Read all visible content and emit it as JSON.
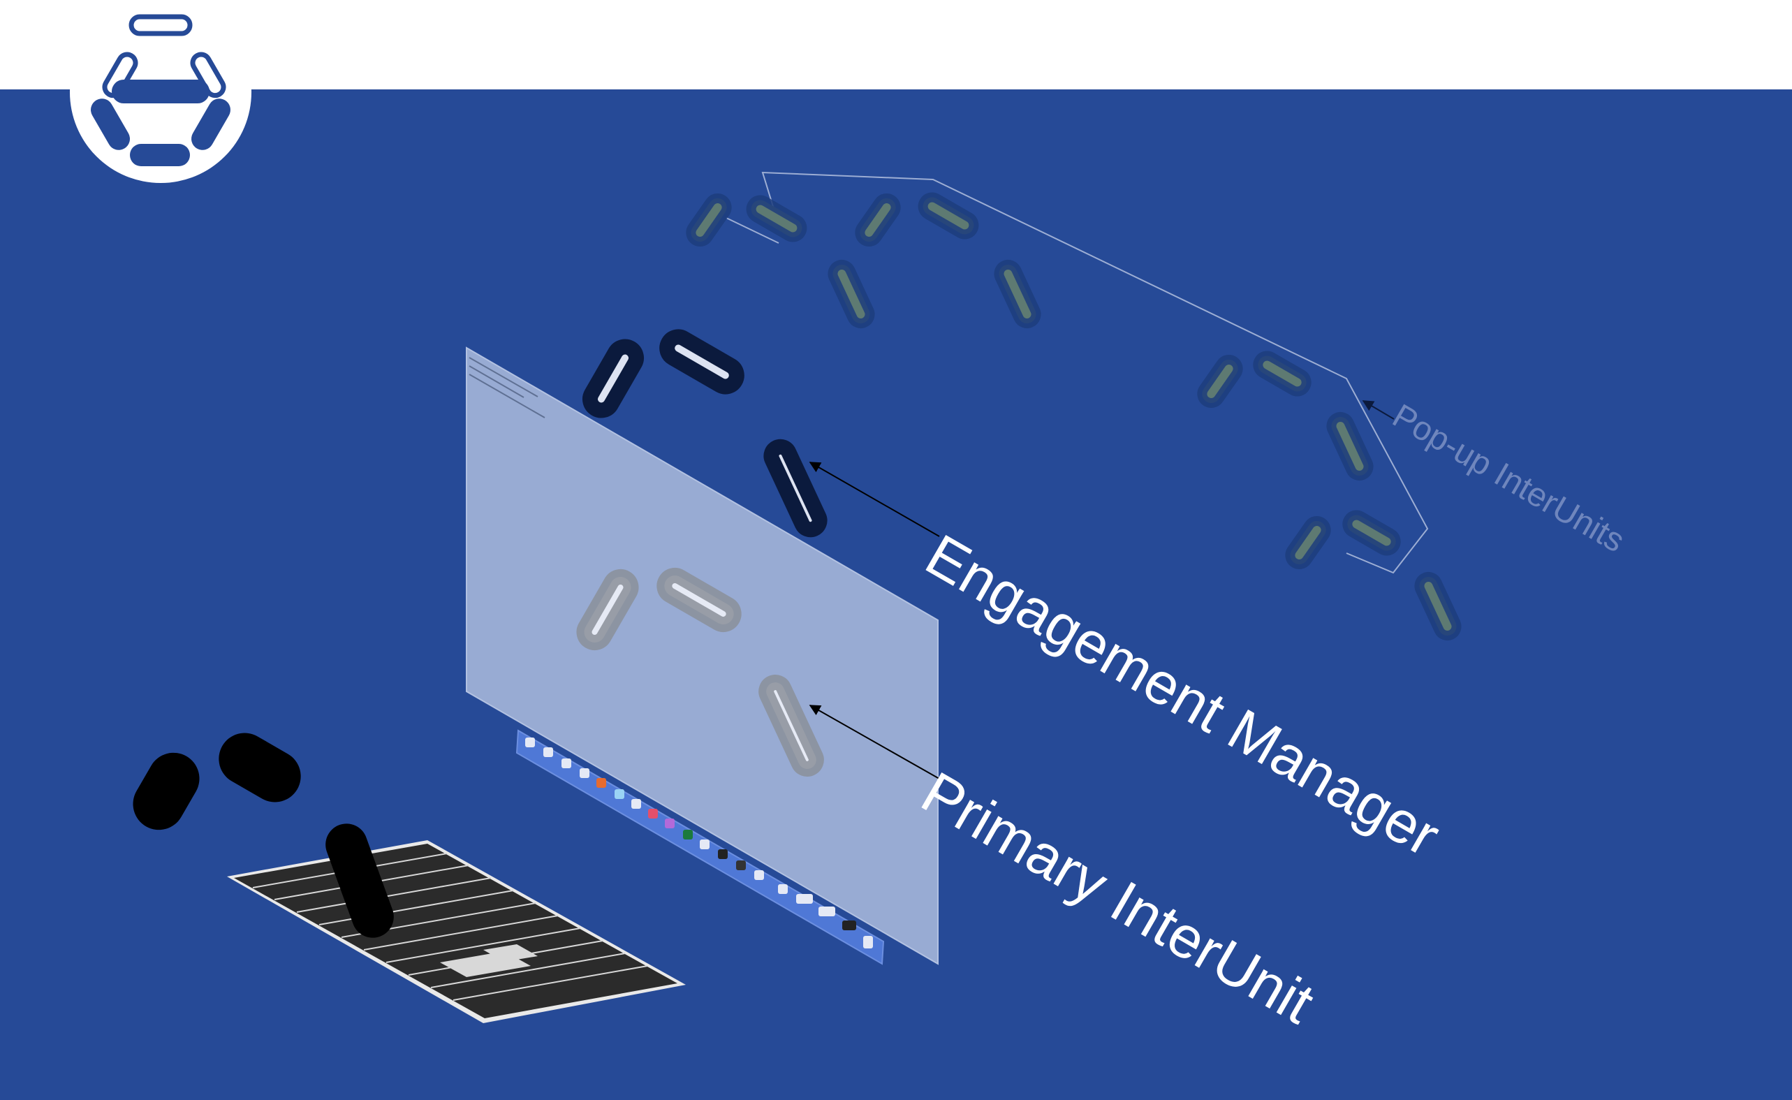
{
  "colors": {
    "background_top": "#ffffff",
    "panel_blue": "#264a97",
    "screen_fill": "#98abd3",
    "primary_label": "#ffffff",
    "popup_label": "#6f86bd",
    "unit_dark": "#0b1a3d",
    "unit_light": "#dde3f2",
    "popup_unit_outline": "#1d3d7d",
    "popup_unit_fill": "#5e7a72",
    "keyboard_key": "#2b2b2b",
    "keyboard_body": "#e9e9e9"
  },
  "logo": {
    "icon": "interunit-ring-logo-icon"
  },
  "labels": {
    "engagement_manager": "Engagement Manager",
    "primary_interunit": "Primary InterUnit",
    "popup_interunits": "Pop-up InterUnits"
  },
  "illustration": {
    "monitor": "monitor-screen-icon",
    "dock": "dock-icon",
    "keyboard": "keyboard-icon"
  }
}
